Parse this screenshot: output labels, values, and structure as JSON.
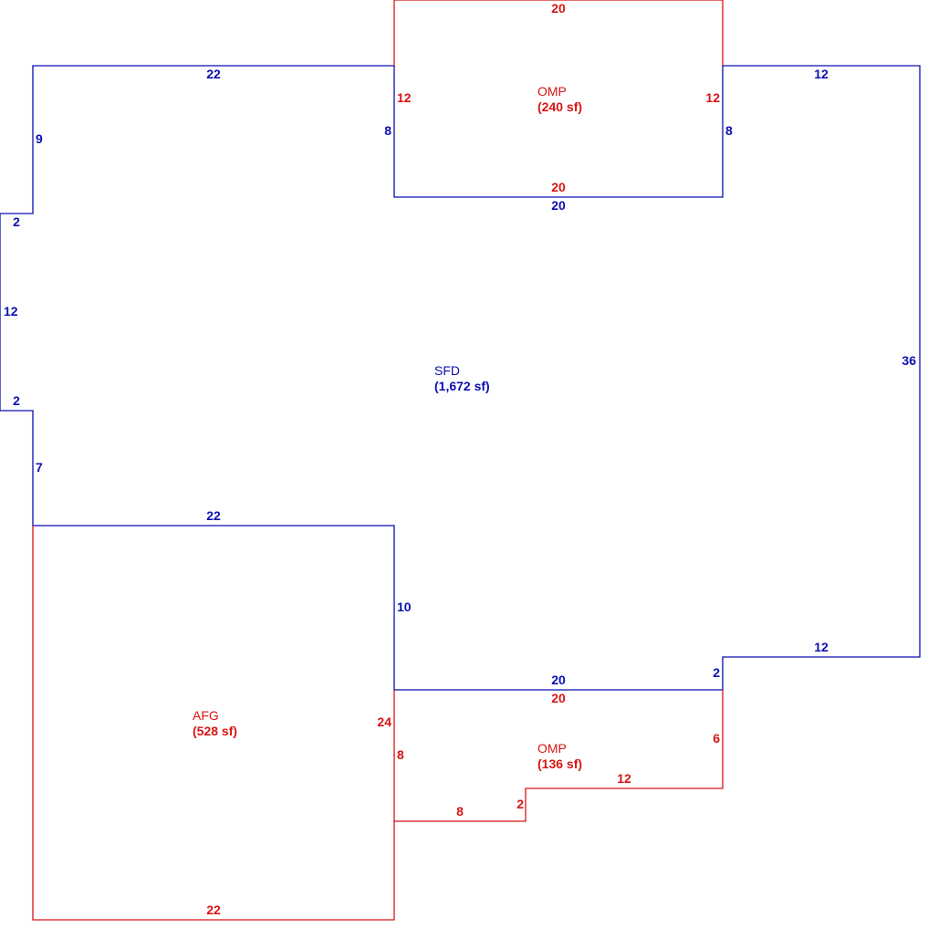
{
  "colors": {
    "main": "#0b0fb0",
    "addition": "#d81414"
  },
  "areas": {
    "sfd": {
      "name": "SFD",
      "sf": "(1,672 sf)",
      "color": "main"
    },
    "omp_top": {
      "name": "OMP",
      "sf": "(240 sf)",
      "color": "addition"
    },
    "afg": {
      "name": "AFG",
      "sf": "(528 sf)",
      "color": "addition"
    },
    "omp_bottom": {
      "name": "OMP",
      "sf": "(136 sf)",
      "color": "addition"
    }
  },
  "dimensions": {
    "sfd": [
      "22",
      "9",
      "2",
      "12",
      "2",
      "7",
      "22",
      "10",
      "20",
      "2",
      "12",
      "36",
      "12",
      "8",
      "20",
      "8"
    ],
    "omp_top": [
      "20",
      "12",
      "12",
      "20"
    ],
    "afg": [
      "22",
      "24",
      "22"
    ],
    "omp_bottom": [
      "20",
      "6",
      "12",
      "2",
      "8",
      "8"
    ]
  }
}
